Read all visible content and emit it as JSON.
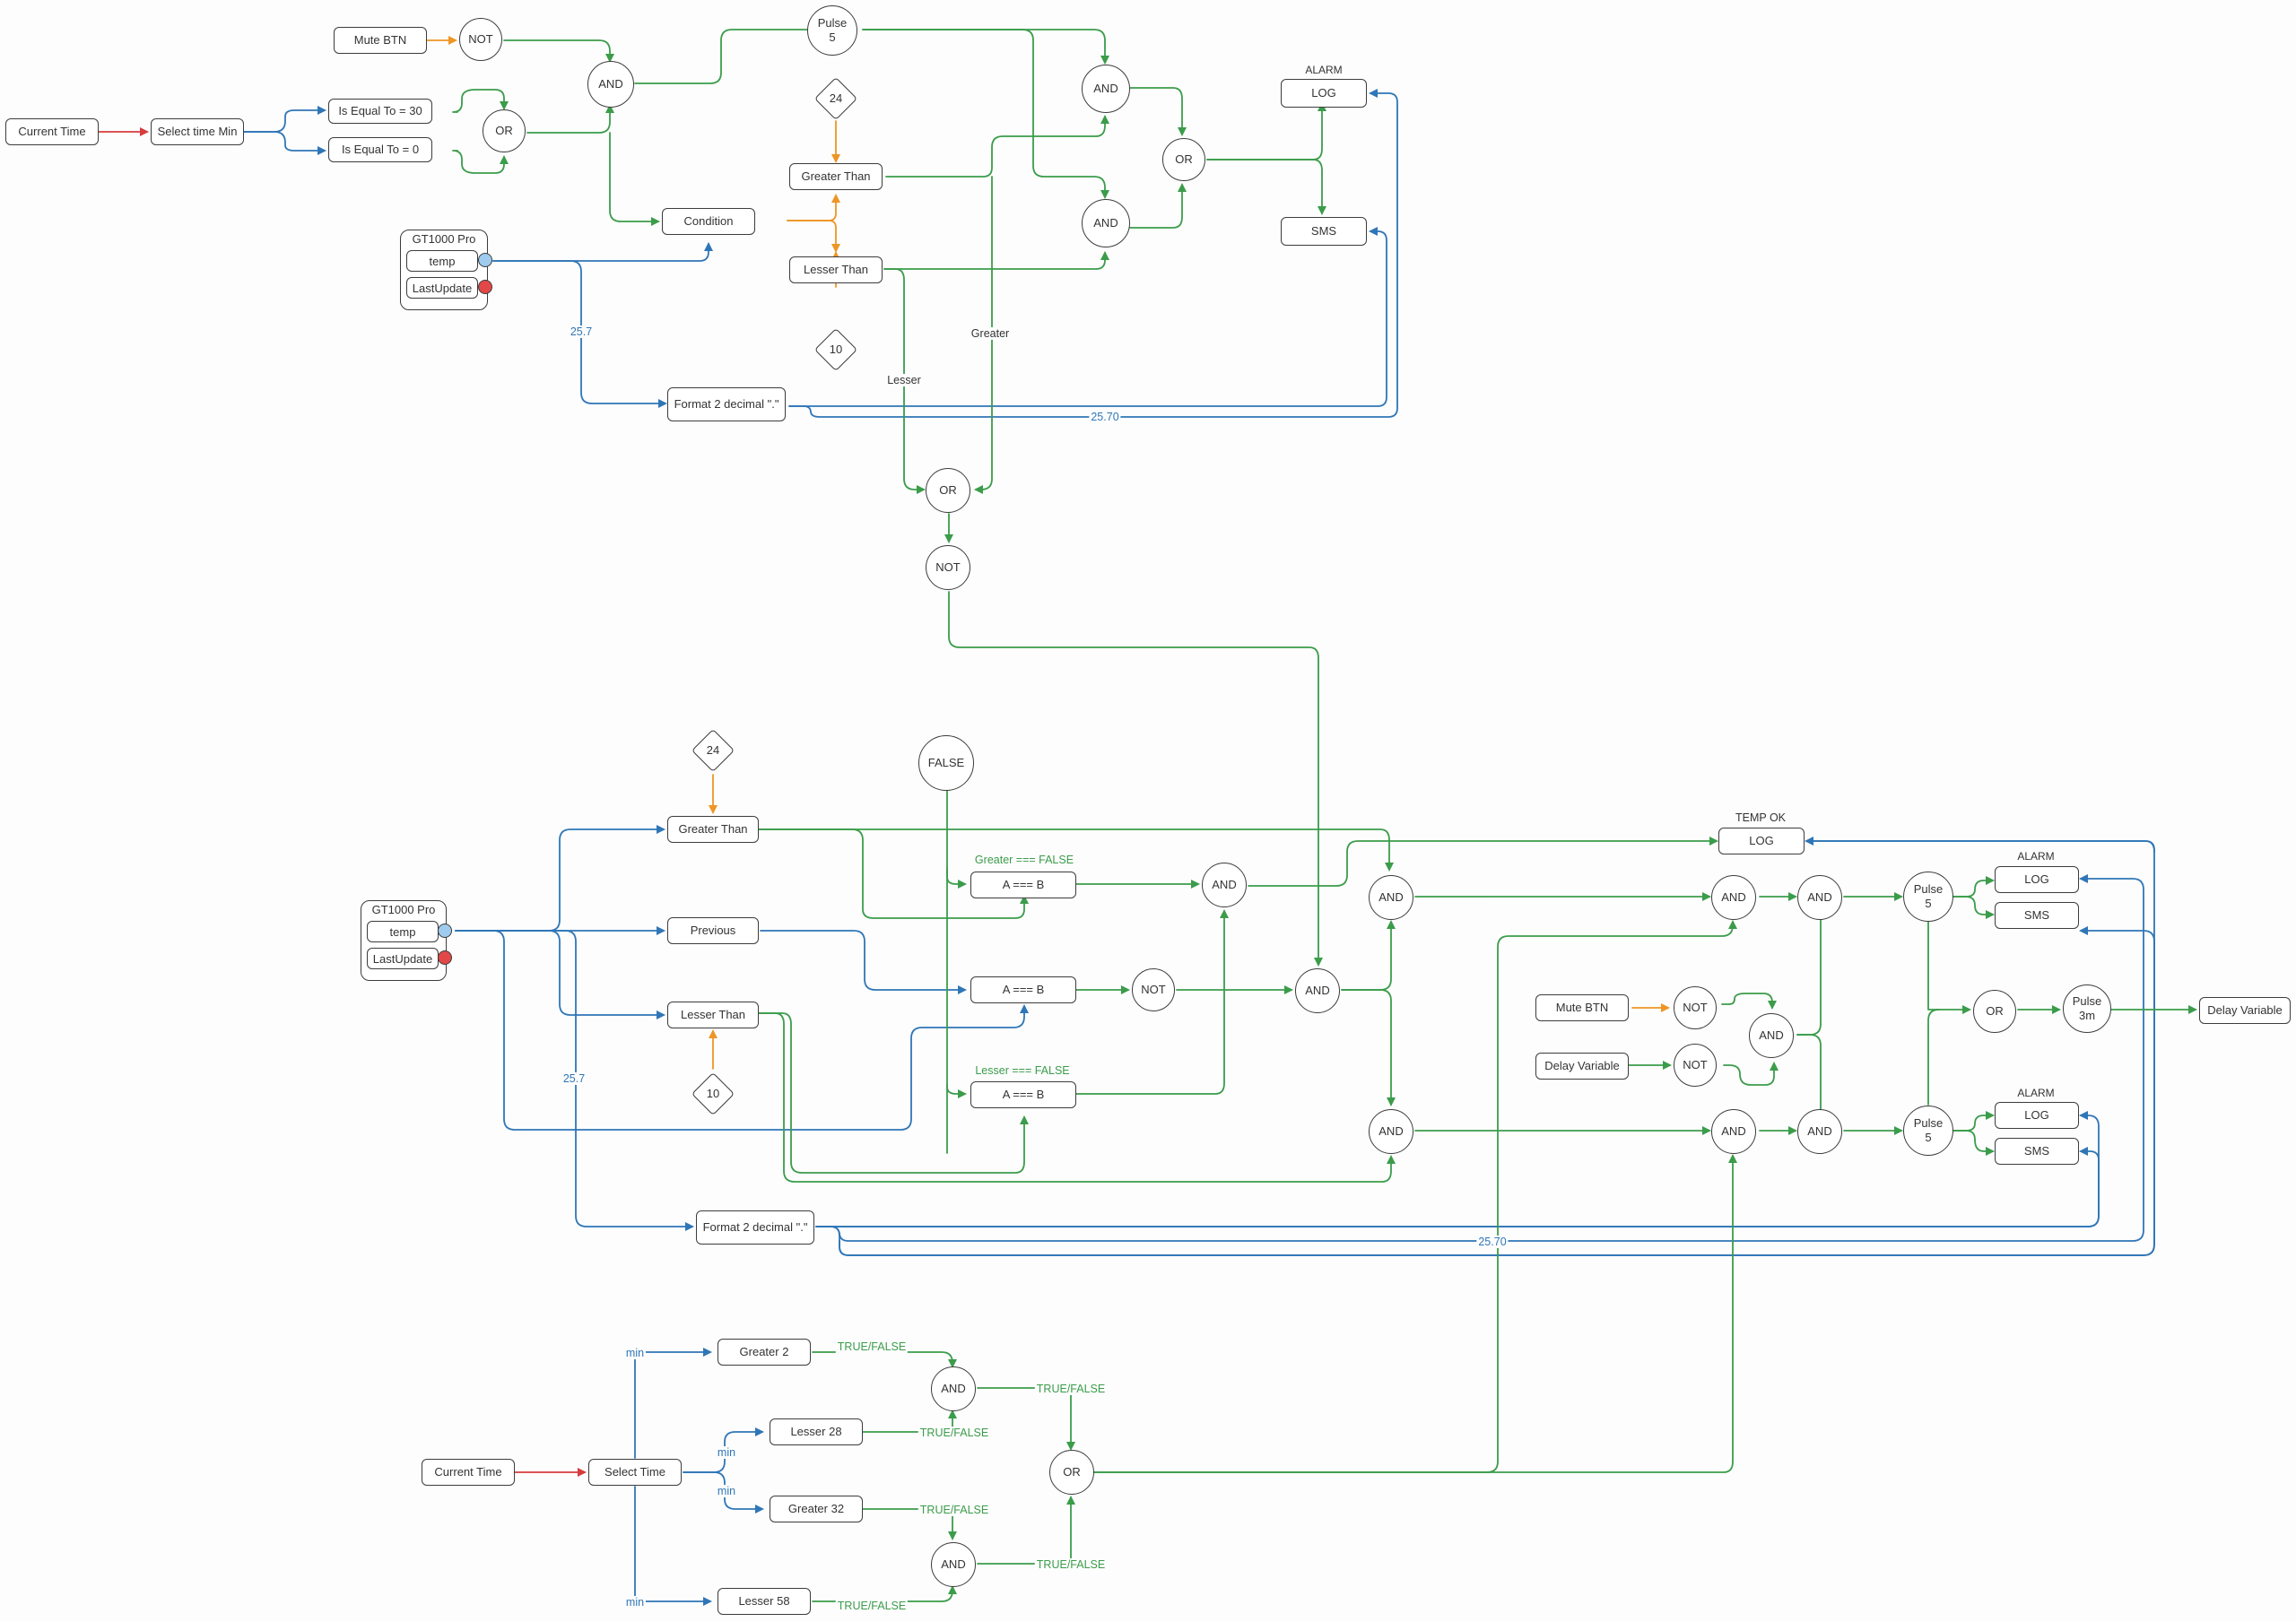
{
  "colors": {
    "green": "#3b9c4a",
    "blue": "#2f76b6",
    "orange": "#ee9525",
    "red": "#d63c3c",
    "port_blue": "#9ecbee",
    "port_red": "#e24848"
  },
  "top": {
    "mute_btn": "Mute BTN",
    "not1": "NOT",
    "and_mute": "AND",
    "pulse5": "Pulse\n5",
    "current_time": "Current Time",
    "select_time_min": "Select time Min",
    "eq30": "Is Equal To = 30",
    "eq0": "Is Equal To = 0",
    "or_time": "OR",
    "condition": "Condition",
    "gt_value": "24",
    "lt_value": "10",
    "greater_than": "Greater Than",
    "lesser_than": "Lesser Than",
    "and_a": "AND",
    "and_b": "AND",
    "or_alarm": "OR",
    "alarm_title": "ALARM",
    "log": "LOG",
    "sms": "SMS",
    "device": {
      "title": "GT1000 Pro",
      "temp": "temp",
      "last_update": "LastUpdate"
    },
    "temp_value": "25.7",
    "format": "Format 2 decimal \".\"",
    "formatted_value": "25.70",
    "greater_label": "Greater",
    "lesser_label": "Lesser",
    "or_mid": "OR",
    "not_mid": "NOT"
  },
  "middle": {
    "gt_value": "24",
    "lt_value": "10",
    "false_const": "FALSE",
    "greater_than": "Greater Than",
    "previous": "Previous",
    "lesser_than": "Lesser Than",
    "cmp_greater_title": "Greater === FALSE",
    "cmp_lesser_title": "Lesser === FALSE",
    "cmp": "A === B",
    "and_g": "AND",
    "not_p": "NOT",
    "and_center": "AND",
    "and_upper": "AND",
    "and_lower": "AND",
    "temp_ok_title": "TEMP OK",
    "log": "LOG",
    "device": {
      "title": "GT1000 Pro",
      "temp": "temp",
      "last_update": "LastUpdate"
    },
    "temp_value": "25.7",
    "format": "Format 2 decimal \".\"",
    "formatted_value": "25.70",
    "mute_btn": "Mute BTN",
    "delay_variable": "Delay Variable",
    "not_m": "NOT",
    "not_d": "NOT",
    "and_md": "AND",
    "and_u2": "AND",
    "and_u3": "AND",
    "pulse_u": "Pulse\n5",
    "and_l2": "AND",
    "and_l3": "AND",
    "pulse_l": "Pulse\n5",
    "alarm_title": "ALARM",
    "sms": "SMS",
    "or_pulse": "OR",
    "pulse3m": "Pulse\n3m",
    "delay_out": "Delay Variable"
  },
  "bottom": {
    "current_time": "Current Time",
    "select_time": "Select Time",
    "greater2": "Greater 2",
    "lesser28": "Lesser 28",
    "greater32": "Greater 32",
    "lesser58": "Lesser 58",
    "min": "min",
    "tf": "TRUE/FALSE",
    "and1": "AND",
    "and2": "AND",
    "or": "OR"
  }
}
